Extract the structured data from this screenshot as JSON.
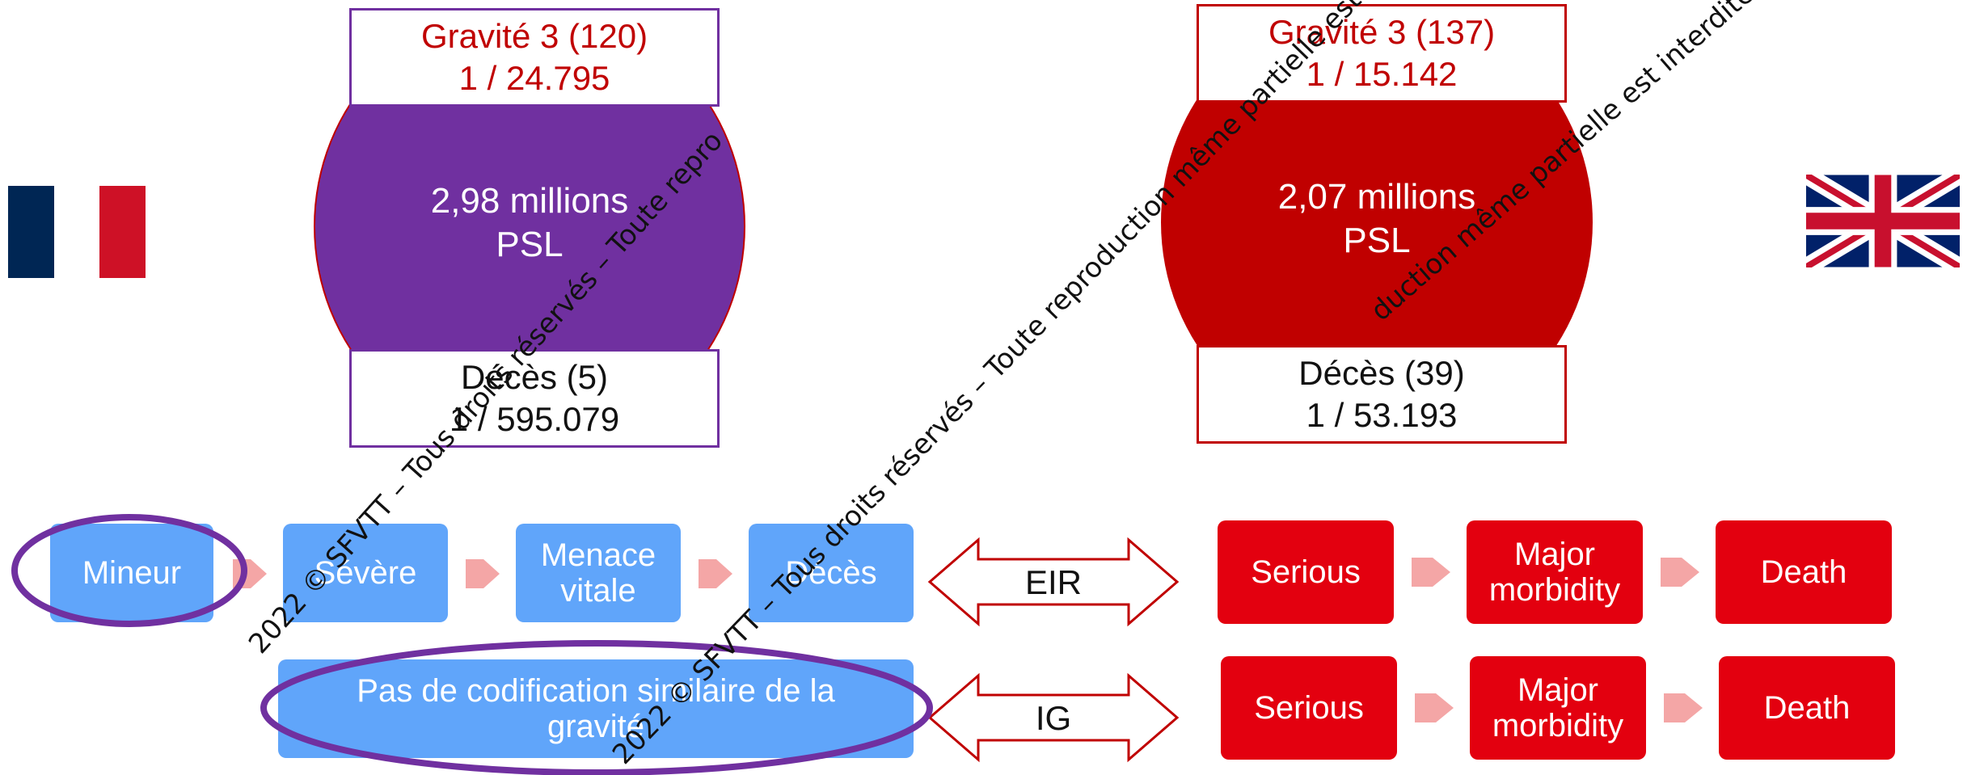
{
  "colors": {
    "france_purple": "#7030a0",
    "uk_red": "#c00000",
    "step_blue": "#60a5fa",
    "step_red": "#e3000f",
    "arrow_pink": "#f4a6a6"
  },
  "france": {
    "flag": "france-flag",
    "top_box": {
      "line1": "Gravité 3 (120)",
      "line2": "1 / 24.795"
    },
    "center": {
      "line1": "2,98 millions",
      "line2": "PSL"
    },
    "bottom_box": {
      "line1": "Décès (5)",
      "line2": "1 / 595.079"
    },
    "steps": [
      "Mineur",
      "Sévère",
      "Menace vitale",
      "Décès"
    ],
    "no_codification": "Pas de codification similaire de la gravité"
  },
  "uk": {
    "flag": "union-jack-flag",
    "top_box": {
      "line1": "Gravité 3 (137)",
      "line2": "1 / 15.142"
    },
    "center": {
      "line1": "2,07 millions",
      "line2": "PSL"
    },
    "bottom_box": {
      "line1": "Décès (39)",
      "line2": "1 / 53.193"
    },
    "eir_steps": [
      "Serious",
      "Major morbidity",
      "Death"
    ],
    "ig_steps": [
      "Serious",
      "Major morbidity",
      "Death"
    ]
  },
  "arrows": {
    "eir": "EIR",
    "ig": "IG"
  },
  "watermark": {
    "line1": "2022 © SFVTT – Tous droits réservés – Toute repro",
    "line2": "2022 © SFVTT – Tous droits réservés – Toute reproduction même partielle est",
    "line3": "duction même partielle est interdite"
  }
}
